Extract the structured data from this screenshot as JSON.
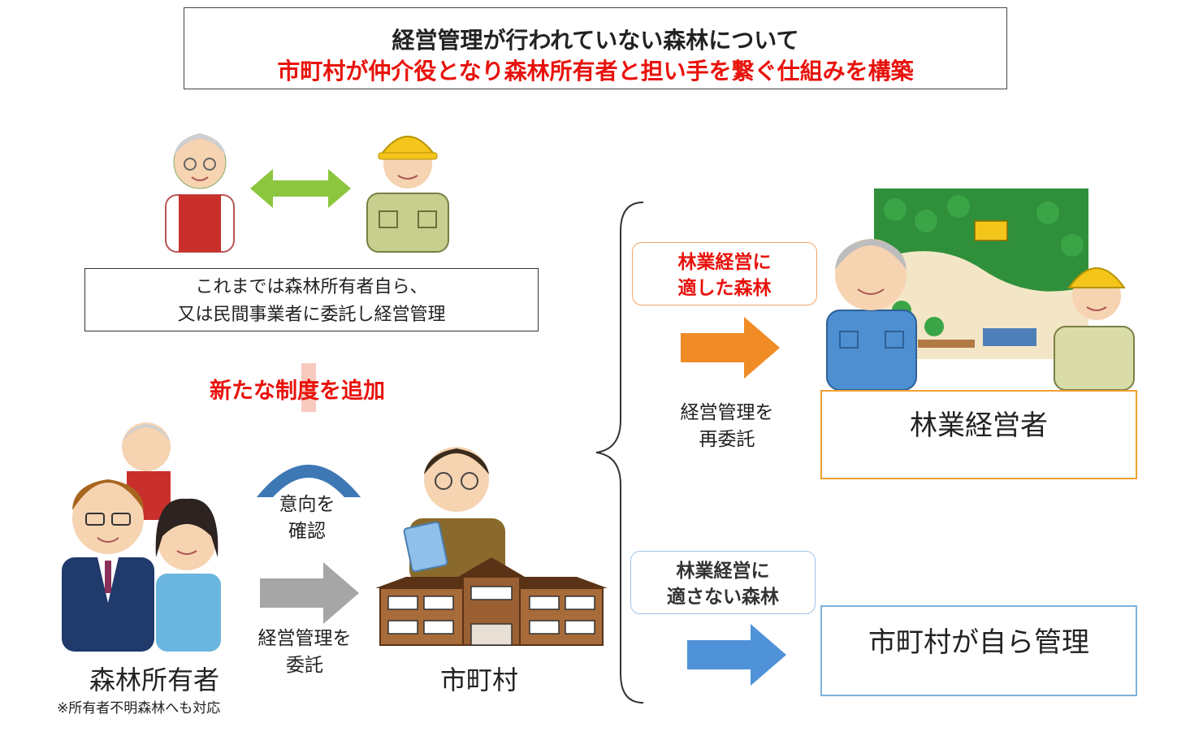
{
  "header": {
    "line1": "経営管理が行われていない森林について",
    "line2": "市町村が仲介役となり森林所有者と担い手を繋ぐ仕組みを構築"
  },
  "past": {
    "line1": "これまでは森林所有者自ら、",
    "line2": "又は民間事業者に委託し経営管理"
  },
  "new_system": "新たな制度を追加",
  "owners": {
    "label": "森林所有者",
    "note": "※所有者不明森林へも対応"
  },
  "intent": {
    "line1": "意向を",
    "line2": "確認"
  },
  "delegate": {
    "line1": "経営管理を",
    "line2": "委託"
  },
  "municipality": {
    "label": "市町村"
  },
  "suitable": {
    "pill_line1": "林業経営に",
    "pill_line2": "適した森林",
    "redelegate_line1": "経営管理を",
    "redelegate_line2": "再委託",
    "result": "林業経営者"
  },
  "unsuitable": {
    "pill_line1": "林業経営に",
    "pill_line2": "適さない森林",
    "result": "市町村が自ら管理"
  },
  "colors": {
    "red": "#e8120c",
    "orange": "#f08b26",
    "blue": "#4f92d8",
    "green_arrow": "#8cc63f",
    "gray_arrow": "#a6a6a6"
  }
}
